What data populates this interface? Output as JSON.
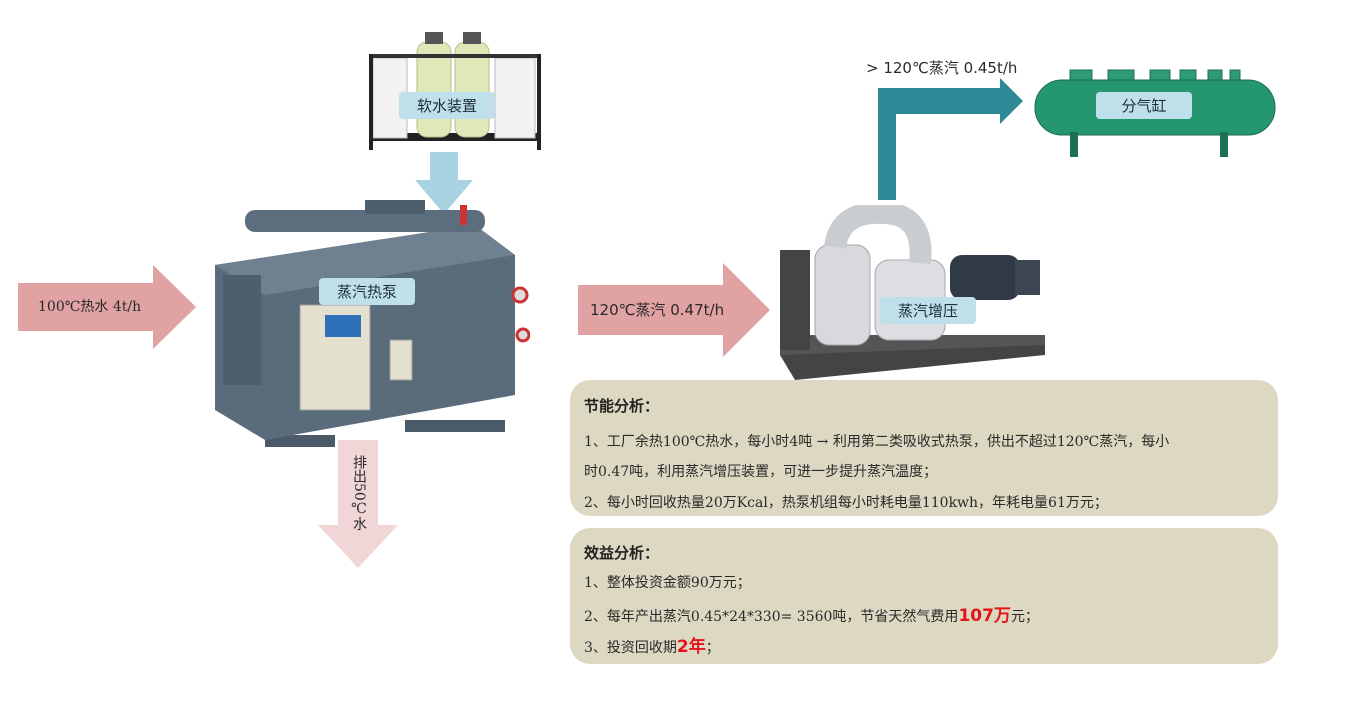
{
  "labels": {
    "softener": "软水装置",
    "heat_pump": "蒸汽热泵",
    "compressor": "蒸汽增压",
    "header": "分气缸"
  },
  "arrows": {
    "hot_water_in": "100℃热水  4t/h",
    "steam_mid": "120℃蒸汽  0.47t/h",
    "steam_out": "> 120℃蒸汽 0.45t/h",
    "discharge": "排出50℃水"
  },
  "colors": {
    "pink_arrow": "#e0a2a2",
    "light_pink_arrow": "#f0d6d6",
    "blue_arrow": "#a9d3e0",
    "teal_arrow": "#2f8a98",
    "panel_bg": "#ddd8c1",
    "highlight_red": "#e4141b"
  },
  "energy_panel": {
    "title": "节能分析：",
    "line1": "1、工厂余热100℃热水，每小时4吨  →  利用第二类吸收式热泵，供出不超过120℃蒸汽，每小",
    "line2": "时0.47吨，利用蒸汽增压装置，可进一步提升蒸汽温度；",
    "line3": "2、每小时回收热量20万Kcal，热泵机组每小时耗电量110kwh，年耗电量61万元；"
  },
  "benefit_panel": {
    "title": "效益分析：",
    "line1": "1、整体投资金额90万元；",
    "line2_prefix": "2、每年产出蒸汽0.45*24*330= 3560吨，节省天然气费用",
    "line2_highlight": "107万",
    "line2_suffix": "元；",
    "line3_prefix": "3、投资回收期",
    "line3_highlight": "2年",
    "line3_suffix": "；"
  }
}
